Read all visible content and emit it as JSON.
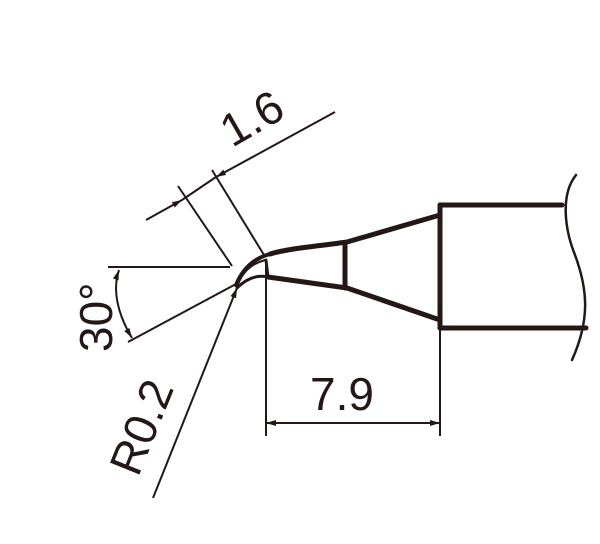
{
  "diagram": {
    "subject": "soldering-tip-profile",
    "stroke_color": "#231815",
    "background": "#ffffff",
    "dimensions": {
      "width_label": "1.6",
      "angle_label": "30°",
      "radius_label": "R0.2",
      "length_label": "7.9"
    }
  }
}
